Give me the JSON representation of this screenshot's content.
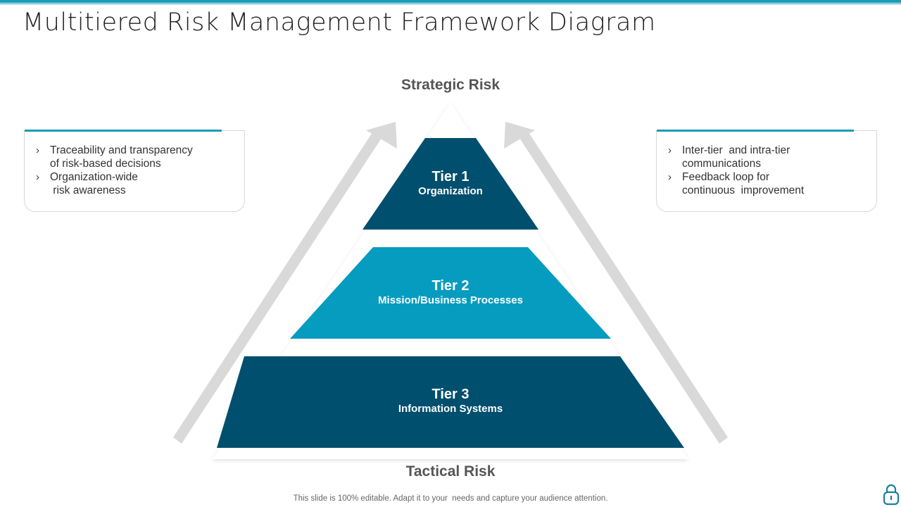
{
  "title": "Multitiered Risk Management Framework Diagram",
  "labels": {
    "top": "Strategic Risk",
    "bottom": "Tactical Risk"
  },
  "tiers": [
    {
      "title": "Tier 1",
      "subtitle": "Organization",
      "color": "#004f6e"
    },
    {
      "title": "Tier 2",
      "subtitle": "Mission/Business Processes",
      "color": "#069cc0"
    },
    {
      "title": "Tier 3",
      "subtitle": "Information Systems",
      "color": "#004f6e"
    }
  ],
  "left_box": {
    "items": [
      [
        "Traceability and transparency",
        "of risk-based decisions"
      ],
      [
        "Organization-wide",
        " risk awareness"
      ]
    ]
  },
  "right_box": {
    "items": [
      [
        "Inter-tier  and intra-tier",
        "communications"
      ],
      [
        "Feedback loop for",
        "continuous  improvement"
      ]
    ]
  },
  "footer": "This slide is 100% editable. Adapt it to your  needs and capture your audience attention.",
  "colors": {
    "accent": "#1a9bb5",
    "arrow": "#d9d9d9",
    "dark_tier": "#004f6e",
    "light_tier": "#069cc0"
  },
  "icons": {
    "left_arrow": "up-right-arrow-icon",
    "right_arrow": "up-left-arrow-icon",
    "corner": "lock-icon"
  }
}
